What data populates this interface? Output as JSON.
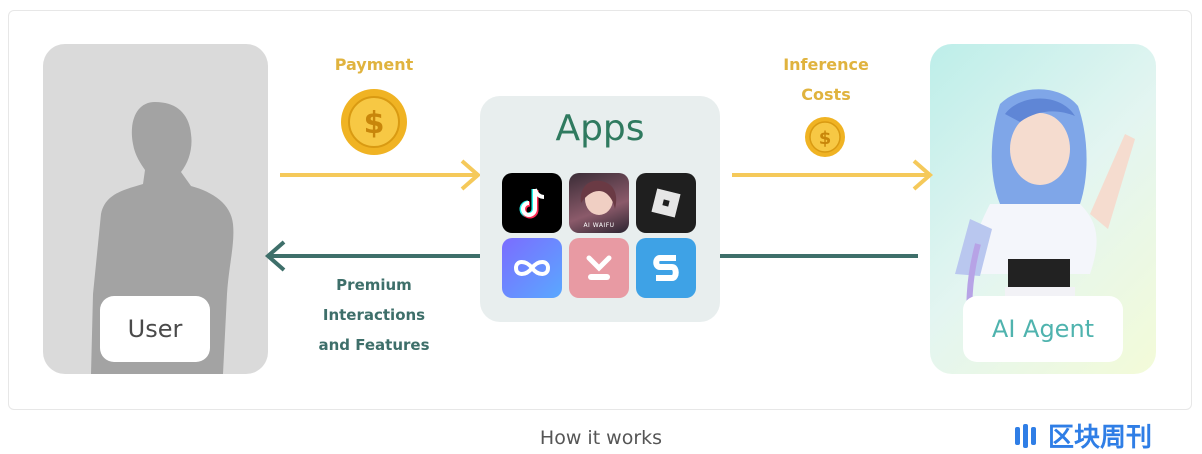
{
  "diagram": {
    "user_label": "User",
    "agent_label": "AI Agent",
    "apps_title": "Apps",
    "payment_label": "Payment",
    "inference_label_line1": "Inference",
    "inference_label_line2": "Costs",
    "premium_line1": "Premium",
    "premium_line2": "Interactions",
    "premium_line3": "and Features",
    "coin_symbol": "$",
    "waifu_app_text": "AI WAIFU",
    "apps": [
      {
        "icon": "tiktok-icon"
      },
      {
        "icon": "ai-waifu-icon"
      },
      {
        "icon": "roblox-icon"
      },
      {
        "icon": "infinity-icon"
      },
      {
        "icon": "kiss-icon"
      },
      {
        "icon": "s-app-icon"
      }
    ],
    "colors": {
      "forward_arrow": "#f5c95a",
      "back_arrow": "#3e6f6a",
      "coin": "#f0b323",
      "apps_title": "#2f7a5f"
    }
  },
  "caption": "How it works",
  "watermark": "区块周刊"
}
